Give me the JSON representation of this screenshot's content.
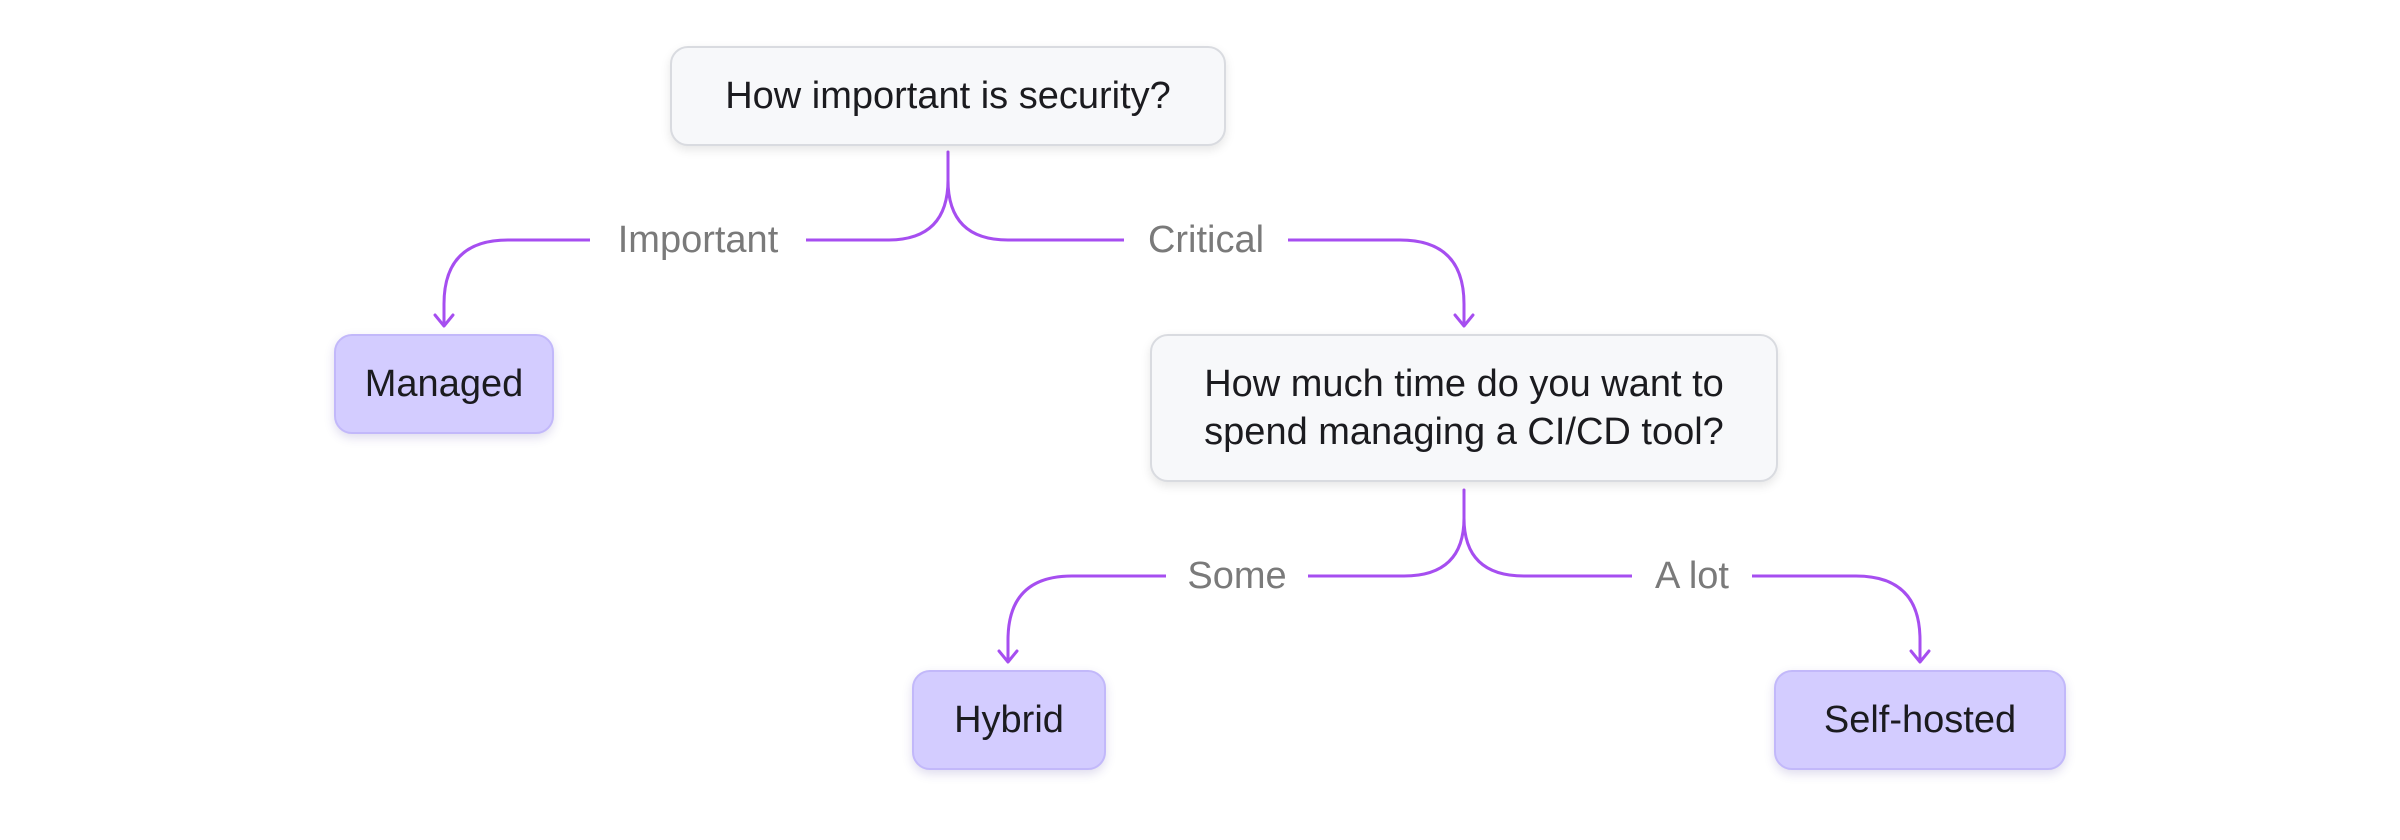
{
  "colors": {
    "edge": "#a64ef0",
    "question_fill": "#f7f8fa",
    "question_border": "#d9dbe0",
    "answer_fill": "#d3ccff",
    "label_text": "#7a7a7a",
    "node_text": "#1b1b1f"
  },
  "nodes": {
    "q1": {
      "text": "How important is security?"
    },
    "managed": {
      "text": "Managed"
    },
    "q2": {
      "text": "How much time do you want to\nspend managing a CI/CD tool?"
    },
    "hybrid": {
      "text": "Hybrid"
    },
    "selfhosted": {
      "text": "Self-hosted"
    }
  },
  "edges": {
    "important": {
      "label": "Important"
    },
    "critical": {
      "label": "Critical"
    },
    "some": {
      "label": "Some"
    },
    "alot": {
      "label": "A lot"
    }
  }
}
